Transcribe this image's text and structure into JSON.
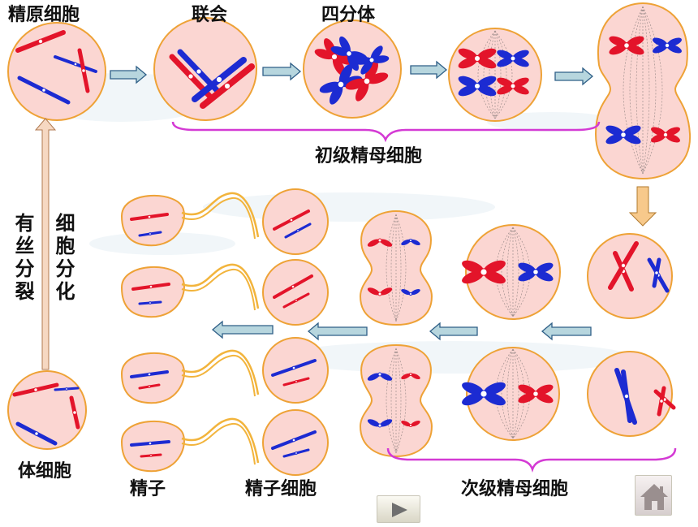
{
  "labels": {
    "spermatogonium": "精原细胞",
    "synapsis": "联会",
    "tetrad": "四分体",
    "primary_spermatocyte": "初级精母细胞",
    "secondary_spermatocyte": "次级精母细胞",
    "spermatid": "精子细胞",
    "sperm": "精子",
    "somatic_cell": "体细胞",
    "mitosis": "有丝分裂",
    "differentiation": "细胞分化"
  },
  "colors": {
    "cell_fill": "#fbd6d2",
    "cell_stroke": "#eea236",
    "chromosome_red": "#e3142a",
    "chromosome_blue": "#1c2bd2",
    "arrow_fill": "#b7d6de",
    "arrow_stroke": "#2f5f87",
    "bracket": "#d43ad4",
    "tail": "#f2b43c",
    "up_arrow": "#f6d8c2",
    "down_arrow": "#f7c98b"
  },
  "icons": {
    "next": "play-triangle-icon",
    "home": "home-icon"
  }
}
